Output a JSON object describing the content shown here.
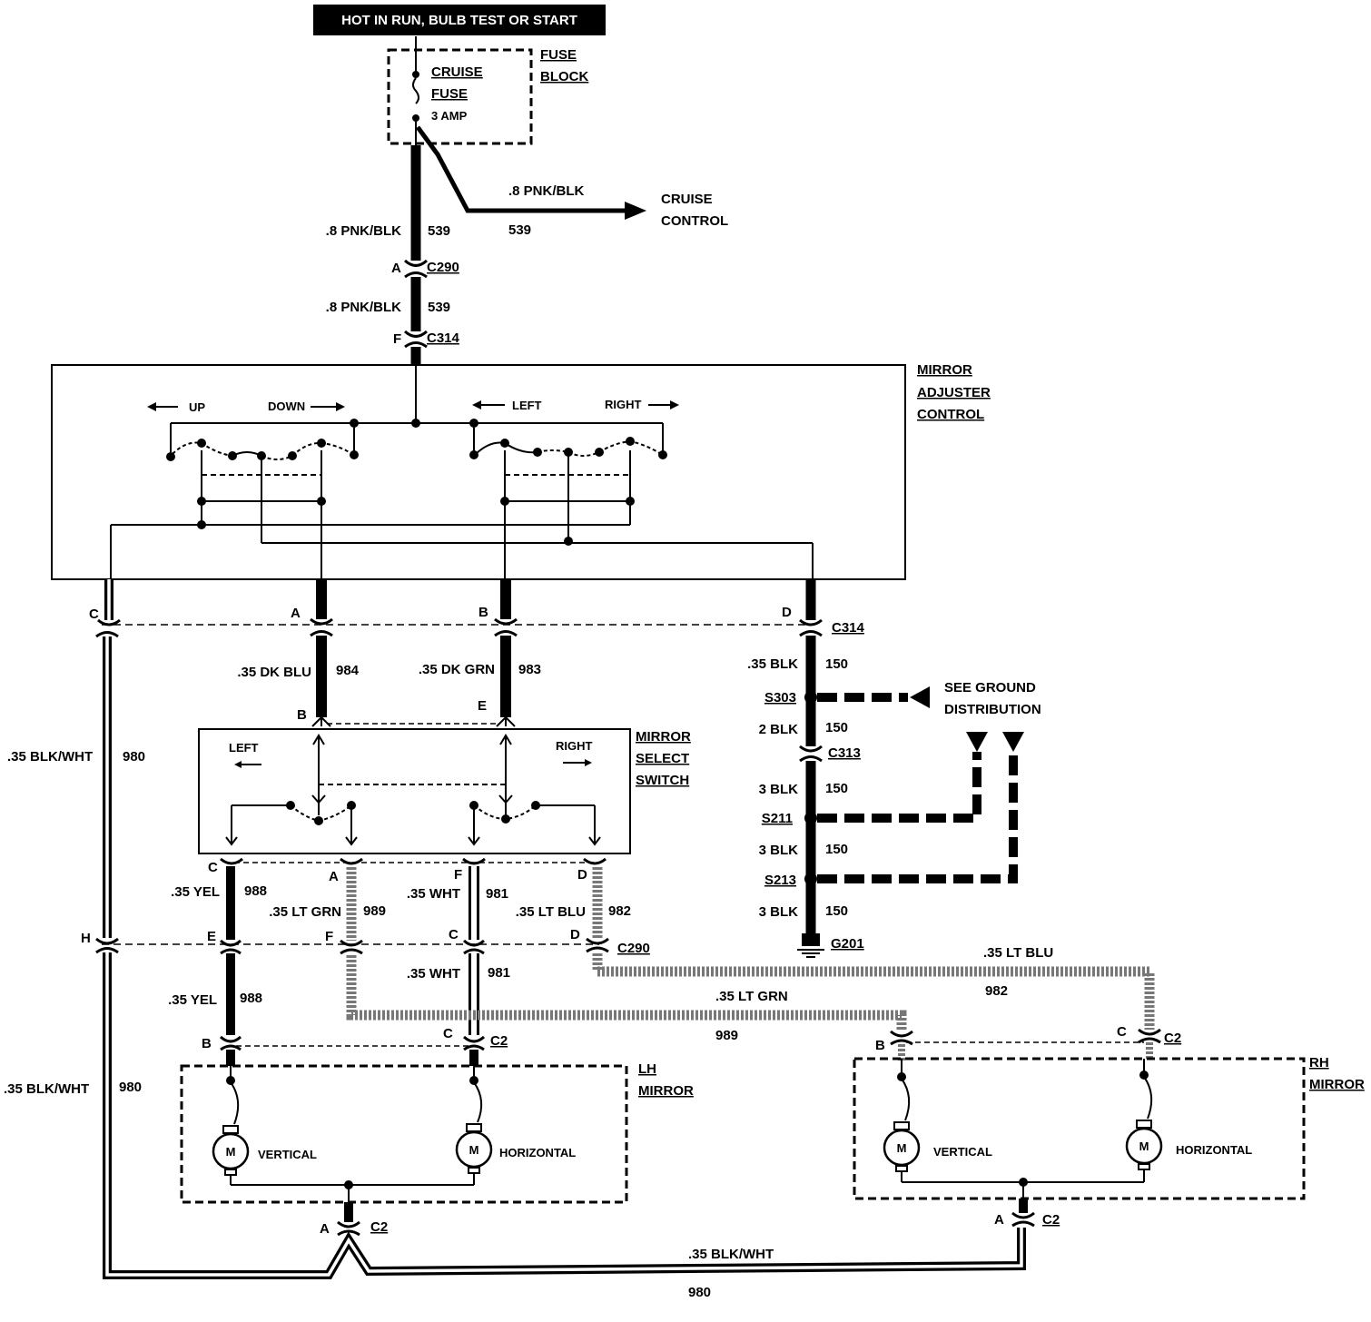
{
  "banner": "HOT IN RUN, BULB TEST OR START",
  "fuse_block": {
    "title": [
      "FUSE",
      "BLOCK"
    ],
    "fuse": [
      "CRUISE",
      "FUSE"
    ],
    "rating": "3 AMP"
  },
  "cruise": {
    "wire": ".8 PNK/BLK",
    "circuit": "539",
    "dest": [
      "CRUISE",
      "CONTROL"
    ]
  },
  "feed": {
    "wire": ".8 PNK/BLK",
    "circuit": "539"
  },
  "connectors": {
    "c290": "C290",
    "c314": "C314",
    "c313": "C313",
    "c2": "C2"
  },
  "pins": {
    "a": "A",
    "b": "B",
    "c": "C",
    "d": "D",
    "e": "E",
    "f": "F",
    "h": "H"
  },
  "adjuster": {
    "title": [
      "MIRROR",
      "ADJUSTER",
      "CONTROL"
    ],
    "up": "UP",
    "down": "DOWN",
    "left": "LEFT",
    "right": "RIGHT"
  },
  "select_switch": {
    "title": [
      "MIRROR",
      "SELECT",
      "SWITCH"
    ],
    "left": "LEFT",
    "right": "RIGHT"
  },
  "wires": {
    "dk_blu": ".35 DK BLU",
    "c984": "984",
    "dk_grn": ".35 DK GRN",
    "c983": "983",
    "blk_035": ".35 BLK",
    "blk_2": "2 BLK",
    "blk_3": "3 BLK",
    "c150": "150",
    "blk_wht": ".35 BLK/WHT",
    "c980": "980",
    "yel": ".35 YEL",
    "c988": "988",
    "lt_grn": ".35 LT GRN",
    "c989": "989",
    "wht": ".35 WHT",
    "c981": "981",
    "lt_blu": ".35 LT BLU",
    "c982": "982"
  },
  "splices": {
    "s303": "S303",
    "s211": "S211",
    "s213": "S213",
    "g201": "G201"
  },
  "ground_note": [
    "SEE GROUND",
    "DISTRIBUTION"
  ],
  "lh_mirror": {
    "title": [
      "LH",
      "MIRROR"
    ],
    "vertical": "VERTICAL",
    "horizontal": "HORIZONTAL"
  },
  "rh_mirror": {
    "title": [
      "RH",
      "MIRROR"
    ],
    "vertical": "VERTICAL",
    "horizontal": "HORIZONTAL"
  },
  "motor": "M"
}
